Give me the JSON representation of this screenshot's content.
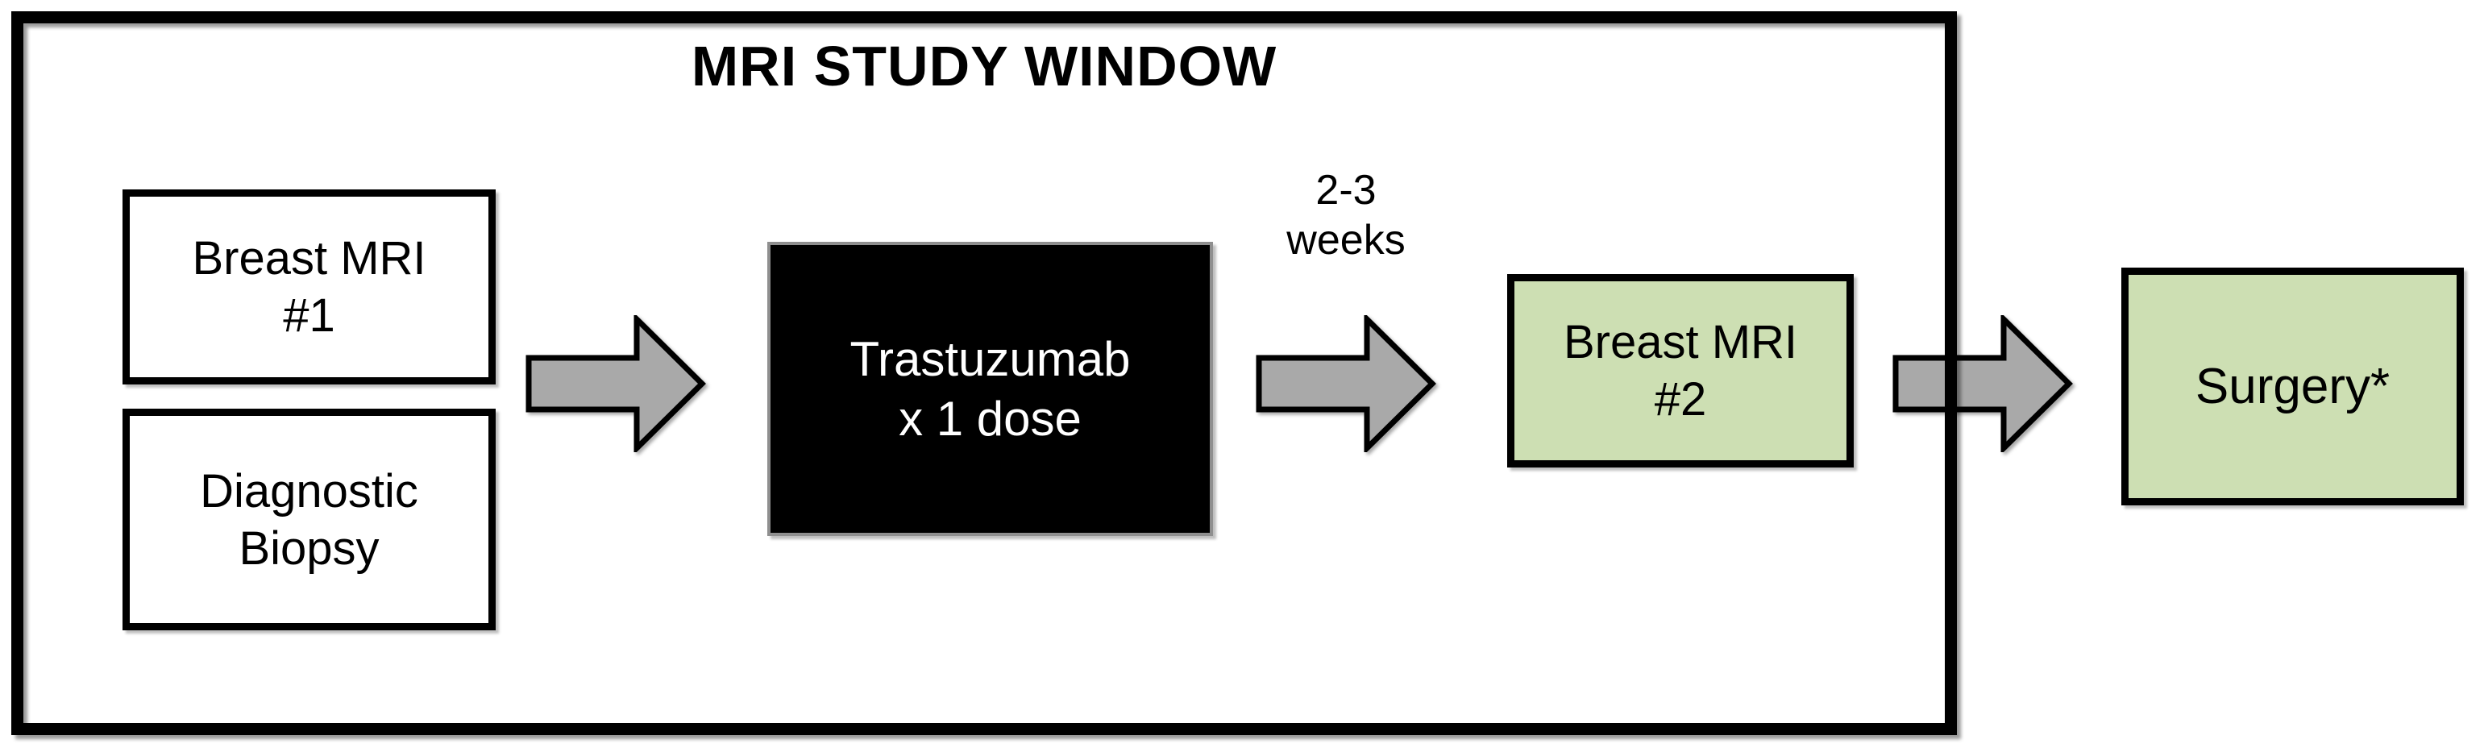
{
  "diagram": {
    "title": "MRI STUDY WINDOW",
    "nodes": {
      "breast_mri_1": {
        "line1": "Breast MRI",
        "line2": "#1"
      },
      "diagnostic_biopsy": {
        "line1": "Diagnostic",
        "line2": "Biopsy"
      },
      "trastuzumab": {
        "line1": "Trastuzumab",
        "line2": "x 1 dose"
      },
      "breast_mri_2": {
        "line1": "Breast MRI",
        "line2": "#2"
      },
      "surgery": {
        "label": "Surgery*"
      }
    },
    "arrow_label": {
      "line1": "2-3",
      "line2": "weeks"
    },
    "colors": {
      "highlight_green": "#cddfb3",
      "arrow_gray": "#a9a9a9",
      "treatment_fill": "#000000",
      "treatment_border": "#8f8f8f",
      "box_border": "#000000"
    }
  }
}
